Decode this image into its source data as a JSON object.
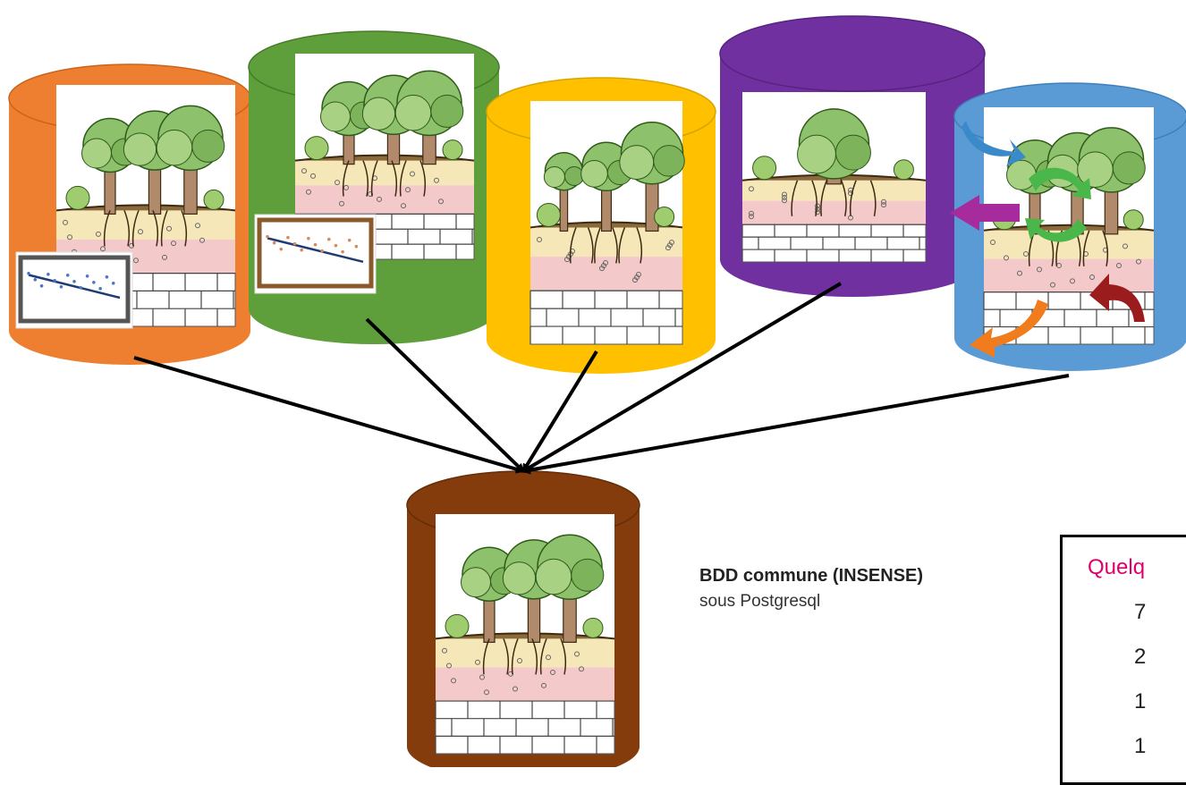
{
  "diagram": {
    "databases": [
      {
        "name": "orange-database",
        "color": "#ef7f30",
        "edge": "#c8651c"
      },
      {
        "name": "green-database",
        "color": "#5e9e3b",
        "edge": "#477a2b"
      },
      {
        "name": "yellow-database",
        "color": "#ffc000",
        "edge": "#d9a300"
      },
      {
        "name": "purple-database",
        "color": "#7030a0",
        "edge": "#562480"
      },
      {
        "name": "blue-database",
        "color": "#5b9bd5",
        "edge": "#3f7fbb"
      }
    ],
    "common_database": {
      "name": "common-database",
      "color": "#843c0c",
      "edge": "#652d08"
    },
    "common_label": {
      "title": "BDD commune (INSENSE)",
      "subtitle": "sous Postgresql"
    }
  },
  "stats_box": {
    "title": "Quelq",
    "lines": [
      "7",
      "2",
      "1",
      "1"
    ]
  },
  "colors": {
    "stats_title": "#e0006c",
    "arrow": "#000000"
  }
}
